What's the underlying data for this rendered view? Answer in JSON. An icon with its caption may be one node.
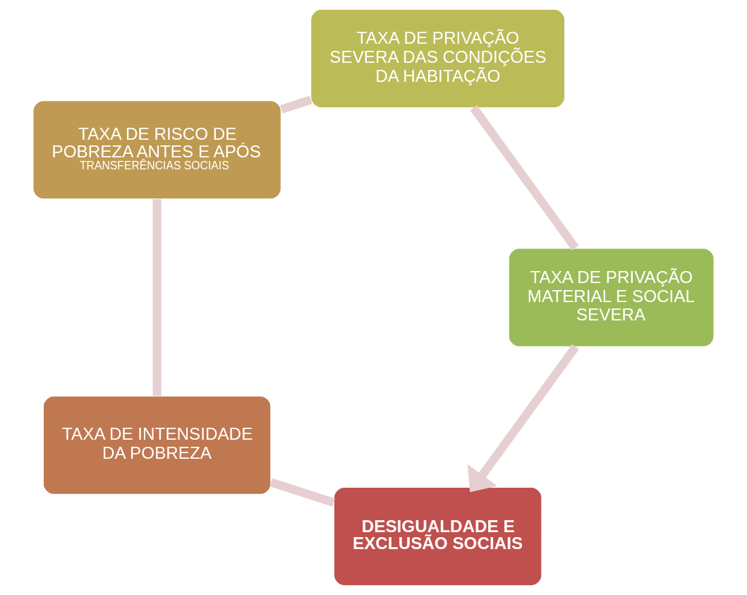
{
  "diagram": {
    "nodes": [
      {
        "text": [
          "DESIGUALDADE E EXCLUSÃO SOCIAIS"
        ]
      },
      {
        "text": [
          "TAXA DE INTENSIDADE DA POBREZA"
        ]
      },
      {
        "text": [
          "TAXA DE RISCO DE POBREZA ANTES E APÓS",
          "TRANSFERÊNCIAS SOCIAIS"
        ]
      },
      {
        "text": [
          "TAXA DE PRIVAÇÃO SEVERA DAS CONDIÇÕES DA HABITAÇÃO"
        ]
      },
      {
        "text": [
          "TAXA DE PRIVAÇÃO MATERIAL E SOCIAL SEVERA"
        ]
      }
    ],
    "edges": [
      {
        "from": 0,
        "to": 1,
        "arrow": "none"
      },
      {
        "from": 1,
        "to": 2,
        "arrow": "none"
      },
      {
        "from": 2,
        "to": 3,
        "arrow": "none"
      },
      {
        "from": 3,
        "to": 4,
        "arrow": "none"
      },
      {
        "from": 4,
        "to": 0,
        "arrow": "to"
      }
    ]
  }
}
